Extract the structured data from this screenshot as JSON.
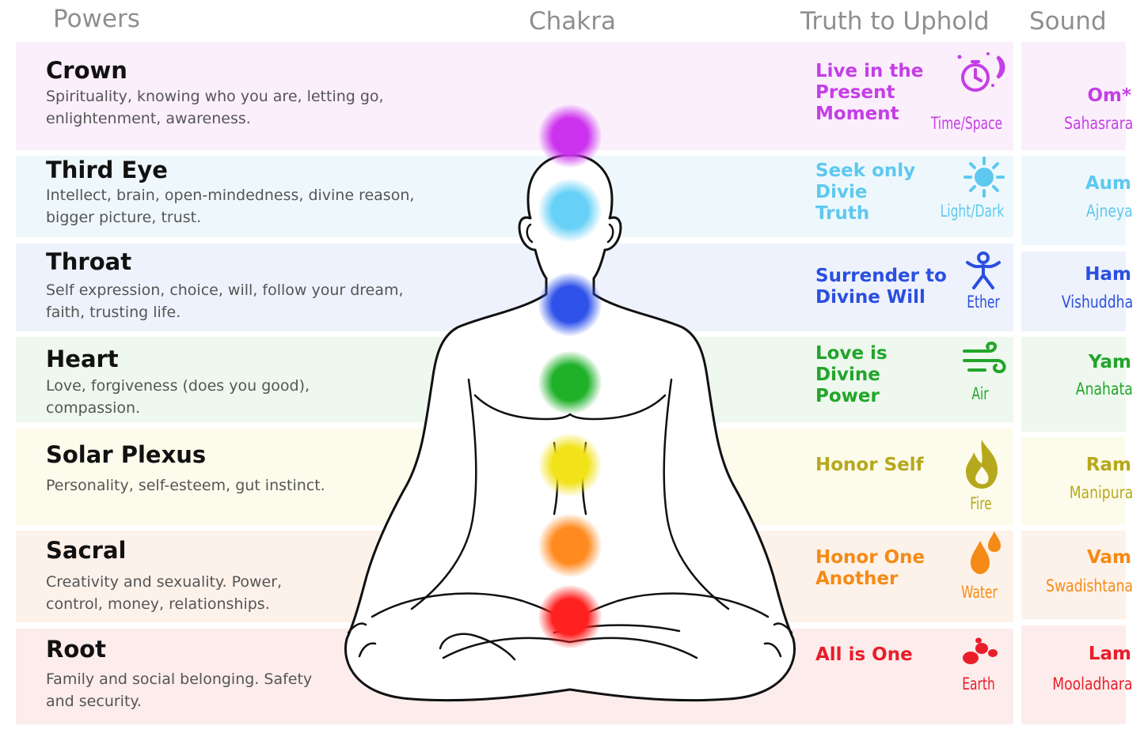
{
  "headers": {
    "powers": "Powers",
    "chakra": "Chakra",
    "truth": "Truth to Uphold",
    "sound": "Sound"
  },
  "rows": [
    {
      "name": "Crown",
      "description": "Spirituality, knowing who you are, letting go,\nenlightenment, awareness.",
      "truth": "Live in the\nPresent\nMoment",
      "element": "Time/Space",
      "element_icon": "stopwatch-moon-icon",
      "sound": "Om*",
      "sanskrit": "Sahasrara",
      "color": "#c43ee6",
      "bg": "#fbeffc"
    },
    {
      "name": "Third Eye",
      "description": "Intellect, brain, open-mindedness, divine reason,\nbigger picture, trust.",
      "truth": "Seek only\nDivie\nTruth",
      "element": "Light/Dark",
      "element_icon": "sun-icon",
      "sound": "Aum",
      "sanskrit": "Ajneya",
      "color": "#5ec8f0",
      "bg": "#eef8fc"
    },
    {
      "name": "Throat",
      "description": "Self expression, choice, will, follow your dream,\nfaith, trusting life.",
      "truth": "Surrender to\nDivine Will",
      "element": "Ether",
      "element_icon": "figure-icon",
      "sound": "Ham",
      "sanskrit": "Vishuddha",
      "color": "#2a4fe0",
      "bg": "#eef2fc"
    },
    {
      "name": "Heart",
      "description": "Love, forgiveness (does you good),\ncompassion.",
      "truth": "Love is\nDivine\nPower",
      "element": "Air",
      "element_icon": "wind-icon",
      "sound": "Yam",
      "sanskrit": "Anahata",
      "color": "#22a52a",
      "bg": "#eef8ee"
    },
    {
      "name": "Solar Plexus",
      "description": "Personality, self-esteem, gut instinct.",
      "truth": "Honor Self",
      "element": "Fire",
      "element_icon": "flame-icon",
      "sound": "Ram",
      "sanskrit": "Manipura",
      "color": "#b6a81c",
      "bg": "#fdfcec"
    },
    {
      "name": "Sacral",
      "description": "Creativity and sexuality. Power,\ncontrol, money, relationships.",
      "truth": "Honor One\nAnother",
      "element": "Water",
      "element_icon": "droplets-icon",
      "sound": "Vam",
      "sanskrit": "Swadishtana",
      "color": "#f58a16",
      "bg": "#fdf2ea"
    },
    {
      "name": "Root",
      "description": "Family and social belonging. Safety\nand security.",
      "truth": "All is One",
      "element": "Earth",
      "element_icon": "rocks-icon",
      "sound": "Lam",
      "sanskrit": "Mooladhara",
      "color": "#e81e2a",
      "bg": "#fcecec"
    }
  ],
  "chakra_dots": [
    "#cc33ee",
    "#66d0f6",
    "#2f52ea",
    "#1fb12a",
    "#f2e21a",
    "#ff8a1f",
    "#ff2020"
  ]
}
